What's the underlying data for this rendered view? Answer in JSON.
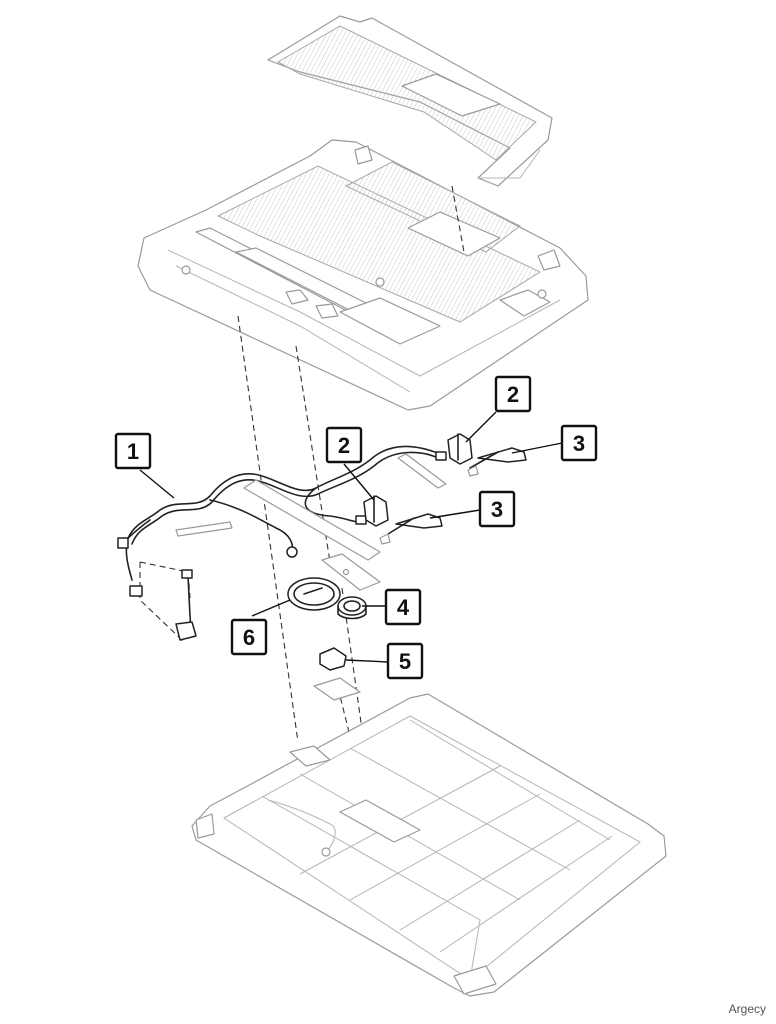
{
  "callouts": [
    {
      "id": "c1",
      "label": "1"
    },
    {
      "id": "c2a",
      "label": "2"
    },
    {
      "id": "c2b",
      "label": "2"
    },
    {
      "id": "c3a",
      "label": "3"
    },
    {
      "id": "c3b",
      "label": "3"
    },
    {
      "id": "c4",
      "label": "4"
    },
    {
      "id": "c5",
      "label": "5"
    },
    {
      "id": "c6",
      "label": "6"
    }
  ],
  "watermark": "Argecy"
}
